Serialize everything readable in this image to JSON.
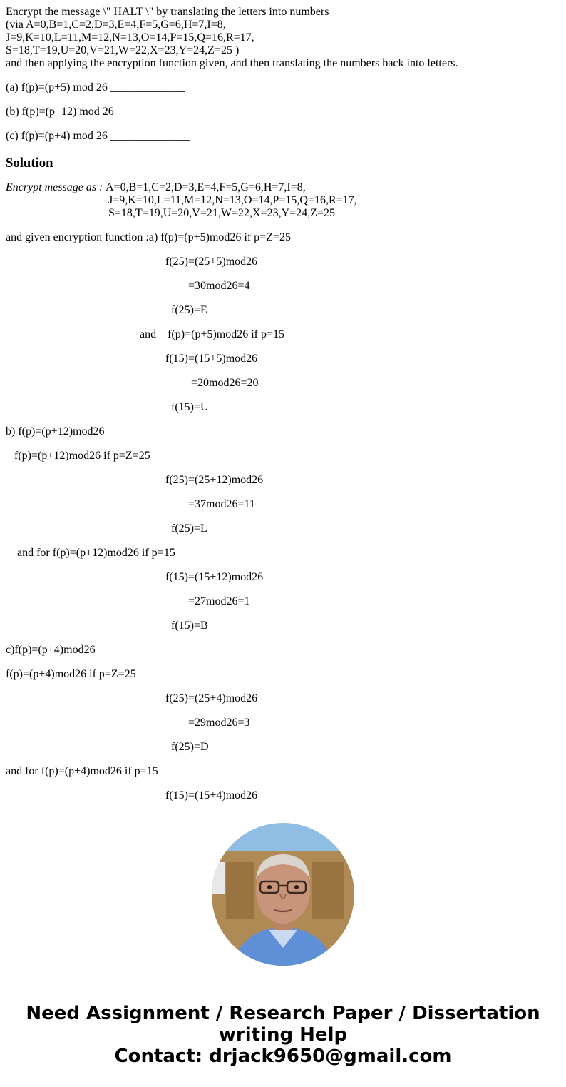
{
  "question": {
    "intro": "Encrypt the message \\\" HALT \\\" by translating the letters into numbers",
    "mapping_line1": "(via A=0,B=1,C=2,D=3,E=4,F=5,G=6,H=7,I=8,",
    "mapping_line2": "J=9,K=10,L=11,M=12,N=13,O=14,P=15,Q=16,R=17,",
    "mapping_line3": "S=18,T=19,U=20,V=21,W=22,X=23,Y=24,Z=25 )",
    "outro": "and then applying the encryption function given, and then translating the numbers back into letters.",
    "parts": [
      "(a) f(p)=(p+5) mod 26 _____________",
      "(b) f(p)=(p+12) mod 26 _______________",
      "(c) f(p)=(p+4) mod 26 ______________"
    ]
  },
  "solution": {
    "heading": "Solution",
    "encrypt_label": "Encrypt message as : ",
    "map1": "A=0,B=1,C=2,D=3,E=4,F=5,G=6,H=7,I=8,",
    "map2": "J=9,K=10,L=11,M=12,N=13,O=14,P=15,Q=16,R=17,",
    "map3": "S=18,T=19,U=20,V=21,W=22,X=23,Y=24,Z=25",
    "lines": [
      "and given encryption function :a) f(p)=(p+5)mod26 if p=Z=25",
      "f(25)=(25+5)mod26",
      "=30mod26=4",
      "f(25)=E",
      "and    f(p)=(p+5)mod26 if p=15",
      "f(15)=(15+5)mod26",
      "=20mod26=20",
      "f(15)=U",
      "b) f(p)=(p+12)mod26",
      "f(p)=(p+12)mod26 if p=Z=25",
      "f(25)=(25+12)mod26",
      "=37mod26=11",
      "f(25)=L",
      "and for f(p)=(p+12)mod26 if p=15",
      "f(15)=(15+12)mod26",
      "=27mod26=1",
      "f(15)=B",
      "c)f(p)=(p+4)mod26",
      "f(p)=(p+4)mod26 if p=Z=25",
      "f(25)=(25+4)mod26",
      "=29mod26=3",
      "f(25)=D",
      "and for f(p)=(p+4)mod26 if p=15",
      "f(15)=(15+4)mod26"
    ]
  },
  "footer": {
    "line1": "Need Assignment / Research Paper / Dissertation",
    "line2": "writing Help",
    "line3": "Contact: drjack9650@gmail.com"
  }
}
